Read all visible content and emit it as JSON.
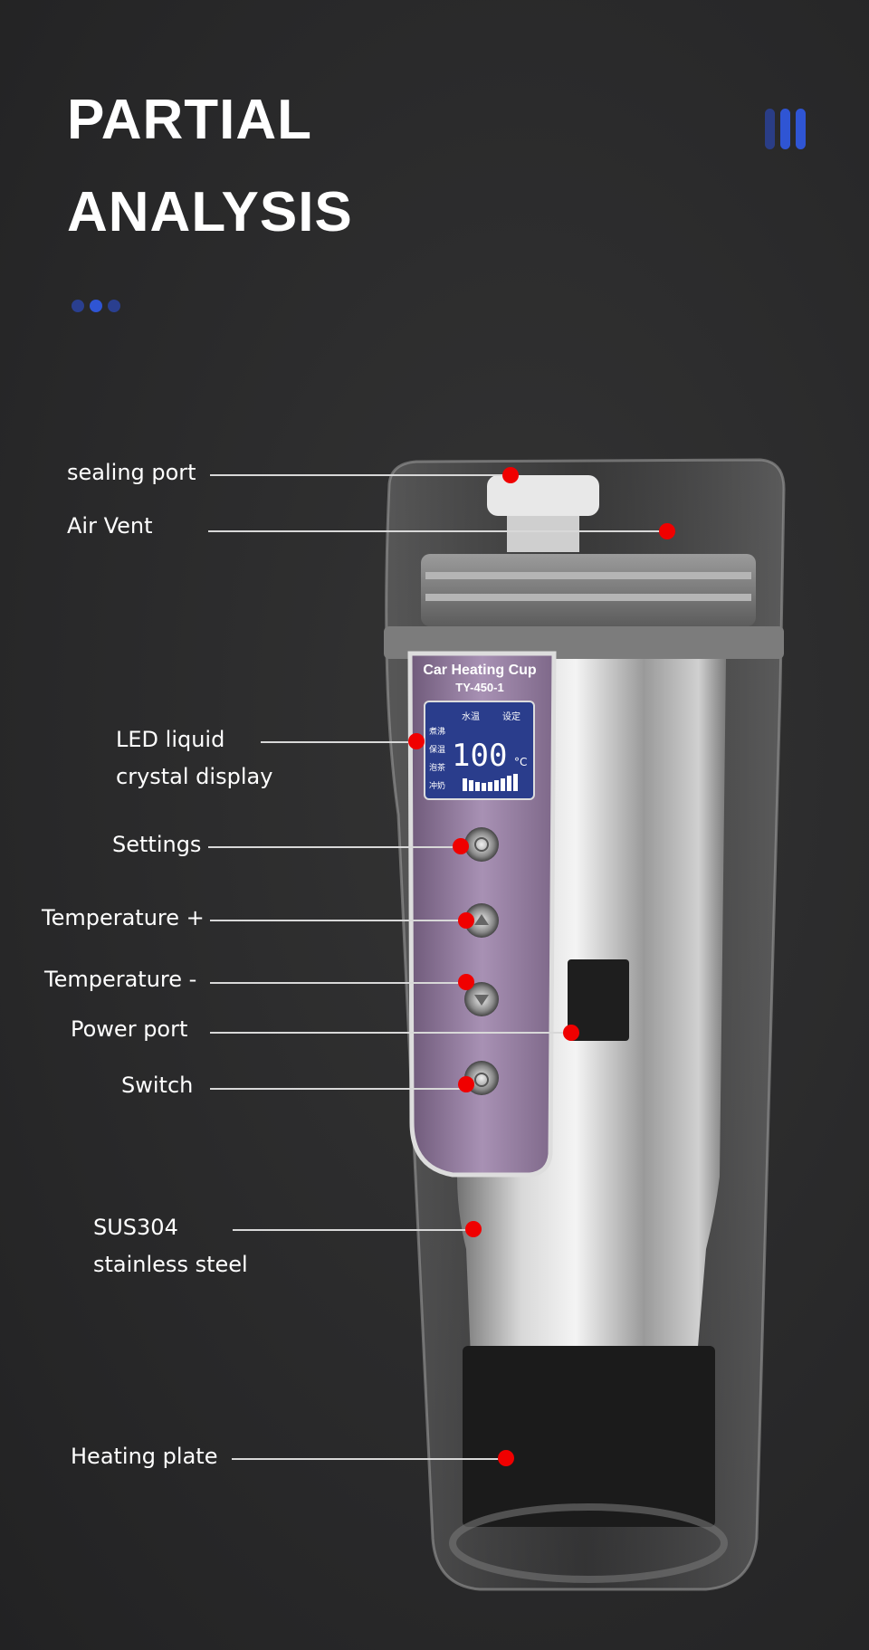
{
  "header": {
    "title_line1": "PARTIAL",
    "title_line2": "ANALYSIS"
  },
  "colors": {
    "accent": "#2f55d4",
    "marker": "#f00000",
    "background": "#2a2a2b"
  },
  "product": {
    "name": "Car Heating Cup",
    "model": "TY-450-1",
    "display": {
      "temperature": "100",
      "unit": "°C",
      "top_left": "水温",
      "top_right": "设定",
      "modes": [
        "煮沸",
        "保温",
        "泡茶",
        "冲奶"
      ]
    }
  },
  "callouts": [
    {
      "label": "sealing port"
    },
    {
      "label": "Air Vent"
    },
    {
      "label": "LED liquid",
      "label2": "crystal display"
    },
    {
      "label": "Settings"
    },
    {
      "label": "Temperature +"
    },
    {
      "label": "Temperature -"
    },
    {
      "label": "Power port"
    },
    {
      "label": "Switch"
    },
    {
      "label": "SUS304",
      "label2": "stainless steel"
    },
    {
      "label": "Heating plate"
    }
  ]
}
